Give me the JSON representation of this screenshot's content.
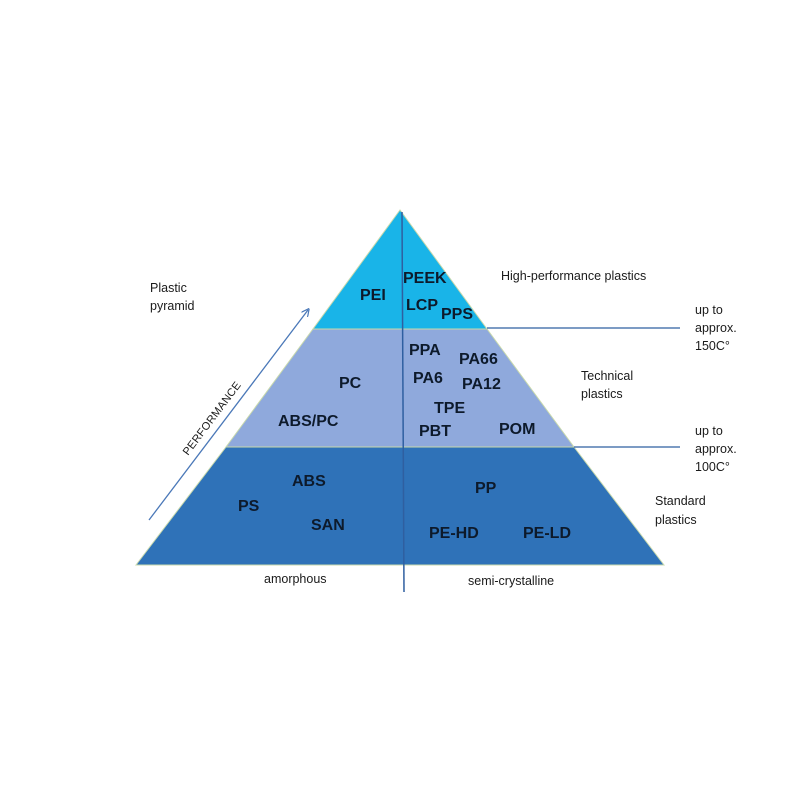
{
  "title_lines": [
    "Plastic",
    "pyramid"
  ],
  "performance_label": "PERFORMANCE",
  "colors": {
    "tier_top": "#19b4e8",
    "tier_middle": "#8fa9dc",
    "tier_bottom": "#2f72b8",
    "divider_line": "#2f5fa0"
  },
  "tiers": {
    "high_performance": {
      "label": "High-performance plastics",
      "amorphous": [
        "PEI"
      ],
      "semi_crystalline": [
        "PEEK",
        "LCP",
        "PPS"
      ]
    },
    "technical": {
      "label_lines": [
        "Technical",
        "plastics"
      ],
      "amorphous": [
        "PC",
        "ABS/PC"
      ],
      "semi_crystalline": [
        "PPA",
        "PA66",
        "PA6",
        "PA12",
        "TPE",
        "PBT",
        "POM"
      ]
    },
    "standard": {
      "label_lines": [
        "Standard",
        "plastics"
      ],
      "amorphous": [
        "ABS",
        "PS",
        "SAN"
      ],
      "semi_crystalline": [
        "PP",
        "PE-HD",
        "PE-LD"
      ]
    }
  },
  "temperature_notes": {
    "upper": [
      "up to",
      "approx.",
      "150C°"
    ],
    "lower": [
      "up to",
      "approx.",
      "100C°"
    ]
  },
  "axis_labels": {
    "left": "amorphous",
    "right": "semi-crystalline"
  }
}
